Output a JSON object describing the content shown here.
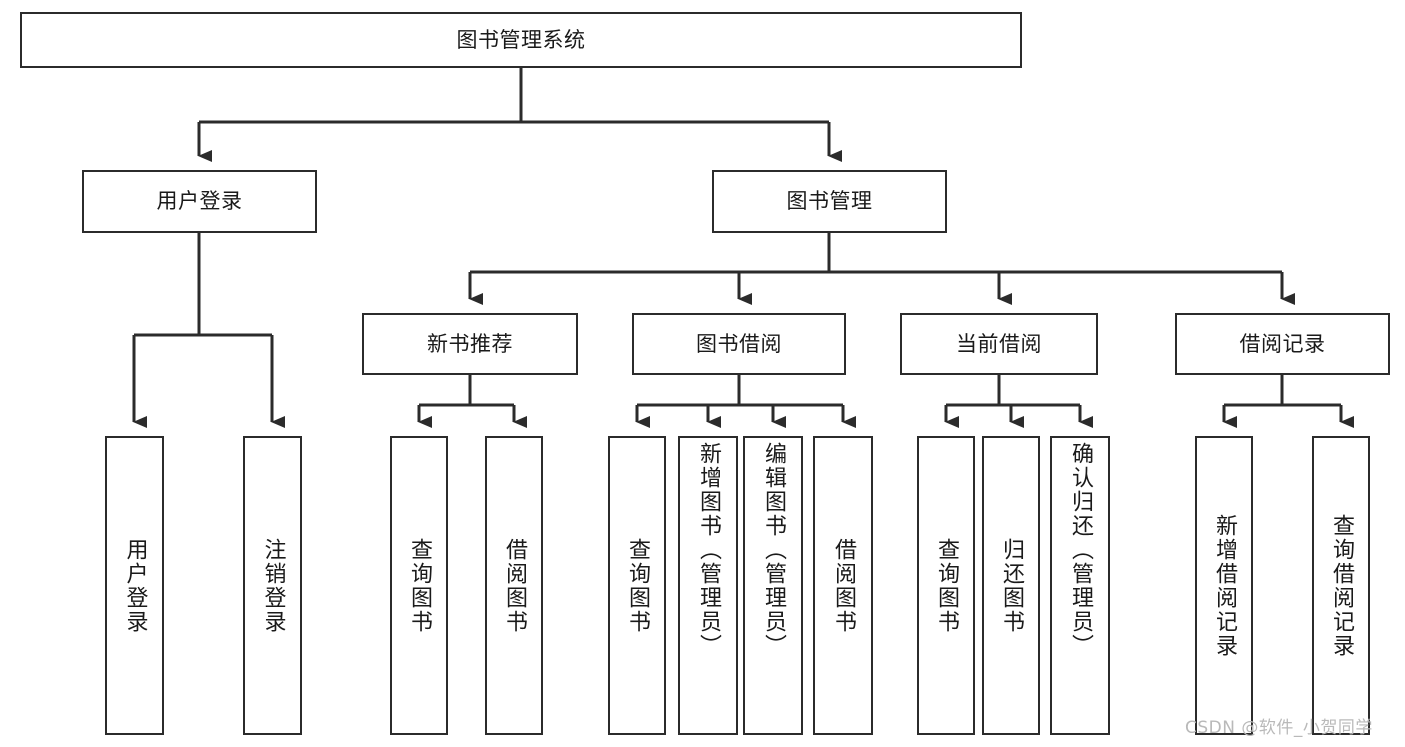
{
  "diagram": {
    "type": "hierarchy-tree",
    "title": "图书管理系统",
    "colors": {
      "box_border": "#2b2b2b",
      "box_fill": "#ffffff",
      "connector": "#2b2b2b",
      "text": "#1a1a1a",
      "watermark": "#b9b9b9",
      "background": "#ffffff"
    },
    "root": {
      "id": "root",
      "label": "图书管理系统",
      "orientation": "horizontal"
    },
    "level2": [
      {
        "id": "user-login",
        "label": "用户登录",
        "orientation": "horizontal"
      },
      {
        "id": "book-management",
        "label": "图书管理",
        "orientation": "horizontal"
      }
    ],
    "level3": [
      {
        "id": "new-book-recommend",
        "label": "新书推荐",
        "orientation": "horizontal",
        "parent": "book-management"
      },
      {
        "id": "book-borrow",
        "label": "图书借阅",
        "orientation": "horizontal",
        "parent": "book-management"
      },
      {
        "id": "current-borrow",
        "label": "当前借阅",
        "orientation": "horizontal",
        "parent": "book-management"
      },
      {
        "id": "borrow-record",
        "label": "借阅记录",
        "orientation": "horizontal",
        "parent": "book-management"
      }
    ],
    "leaves": [
      {
        "id": "leaf-user-login",
        "label": "用户登录",
        "parent": "user-login",
        "orientation": "vertical"
      },
      {
        "id": "leaf-user-logout",
        "label": "注销登录",
        "parent": "user-login",
        "orientation": "vertical"
      },
      {
        "id": "leaf-query-book-1",
        "label": "查询图书",
        "parent": "new-book-recommend",
        "orientation": "vertical"
      },
      {
        "id": "leaf-borrow-book-1",
        "label": "借阅图书",
        "parent": "new-book-recommend",
        "orientation": "vertical"
      },
      {
        "id": "leaf-query-book-2",
        "label": "查询图书",
        "parent": "book-borrow",
        "orientation": "vertical"
      },
      {
        "id": "leaf-add-book",
        "label": "新增图书（管理员）",
        "parent": "book-borrow",
        "orientation": "vertical"
      },
      {
        "id": "leaf-edit-book",
        "label": "编辑图书（管理员）",
        "parent": "book-borrow",
        "orientation": "vertical"
      },
      {
        "id": "leaf-borrow-book-2",
        "label": "借阅图书",
        "parent": "book-borrow",
        "orientation": "vertical"
      },
      {
        "id": "leaf-query-book-3",
        "label": "查询图书",
        "parent": "current-borrow",
        "orientation": "vertical"
      },
      {
        "id": "leaf-return-book",
        "label": "归还图书",
        "parent": "current-borrow",
        "orientation": "vertical"
      },
      {
        "id": "leaf-confirm-return",
        "label": "确认归还（管理员）",
        "parent": "current-borrow",
        "orientation": "vertical"
      },
      {
        "id": "leaf-add-record",
        "label": "新增借阅记录",
        "parent": "borrow-record",
        "orientation": "vertical"
      },
      {
        "id": "leaf-query-record",
        "label": "查询借阅记录",
        "parent": "borrow-record",
        "orientation": "vertical"
      }
    ]
  },
  "watermark": {
    "text": "CSDN @软件_小贺同学"
  }
}
